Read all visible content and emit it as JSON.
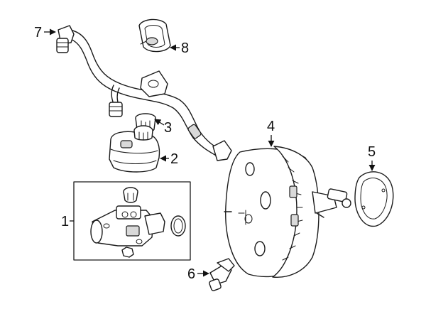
{
  "callouts": {
    "c1": "1",
    "c2": "2",
    "c3": "3",
    "c4": "4",
    "c5": "5",
    "c6": "6",
    "c7": "7",
    "c8": "8"
  },
  "colors": {
    "line": "#1a1a1a",
    "shade": "#d9d9d9",
    "background": "#ffffff"
  }
}
